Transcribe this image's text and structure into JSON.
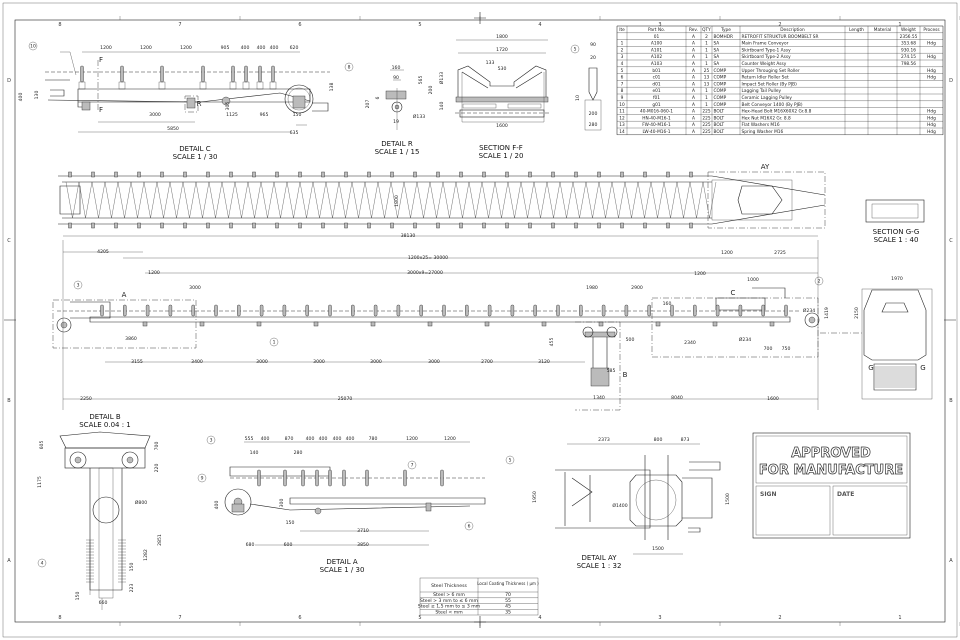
{
  "zones": {
    "columns": [
      "8",
      "7",
      "6",
      "5",
      "4",
      "3",
      "2",
      "1"
    ],
    "rows": [
      "D",
      "C",
      "B",
      "A"
    ]
  },
  "bom": {
    "headers": [
      "Ite",
      "Part No.",
      "Rev.",
      "QTY",
      "Type",
      "Description",
      "Length",
      "Material",
      "Weight",
      "Process"
    ],
    "rows": [
      [
        "",
        "01",
        "A",
        "2",
        "BOMHDR",
        "RETROFIT STRUKTUR BOOMBELT SR",
        "",
        "",
        "2356.55",
        ""
      ],
      [
        "1",
        "A100",
        "A",
        "1",
        "SA",
        "Main Frame Conveyor",
        "",
        "",
        "353.68",
        "Hdg"
      ],
      [
        "2",
        "A101",
        "A",
        "1",
        "SA",
        "Skirtboard Type-1 Assy",
        "",
        "",
        "930.16",
        ""
      ],
      [
        "3",
        "A102",
        "A",
        "1",
        "SA",
        "Skirtboard Type-2 Assy",
        "",
        "",
        "274.15",
        "Hdg"
      ],
      [
        "4",
        "A103",
        "A",
        "1",
        "SA",
        "Counter Weight Assy",
        "",
        "",
        "798.56",
        ""
      ],
      [
        "5",
        "b01",
        "A",
        "25",
        "COMP",
        "Upper Througing Set Roller",
        "",
        "",
        "",
        "Hdg"
      ],
      [
        "6",
        "c01",
        "A",
        "13",
        "COMP",
        "Return Idler Roller Set",
        "",
        "",
        "",
        "Hdg"
      ],
      [
        "7",
        "d01",
        "A",
        "13",
        "COMP",
        "Impact Set Roller (By PJB)",
        "",
        "",
        "",
        ""
      ],
      [
        "8",
        "e01",
        "A",
        "1",
        "COMP",
        "Lagging Tail Pulley",
        "",
        "",
        "",
        ""
      ],
      [
        "9",
        "f01",
        "A",
        "1",
        "COMP",
        "Ceramic Lagging Pulley",
        "",
        "",
        "",
        ""
      ],
      [
        "10",
        "g01",
        "A",
        "1",
        "COMP",
        "Belt Conveyor 1400 (By PJB)",
        "",
        "",
        "",
        ""
      ],
      [
        "11",
        "40-M016-060-1",
        "A",
        "225",
        "BOLT",
        "Hex-Head Bolt M16X60X2 Gr.8.8",
        "",
        "",
        "",
        "Hdg"
      ],
      [
        "12",
        "HN-40-M16-1",
        "A",
        "225",
        "BOLT",
        "Hex Nut M16X2 Gr. 8.8",
        "",
        "",
        "",
        "Hdg"
      ],
      [
        "13",
        "FW-40-M16-1",
        "A",
        "225",
        "BOLT",
        "Flat Washers M16",
        "",
        "",
        "",
        "Hdg"
      ],
      [
        "14",
        "LW-40-M16-1",
        "A",
        "225",
        "BOLT",
        "Spring Washer M16",
        "",
        "",
        "",
        "Hdg"
      ]
    ]
  },
  "views": {
    "detail_c": {
      "title": "DETAIL  C",
      "scale": "SCALE 1 / 30",
      "dims": [
        "1200",
        "1200",
        "1200",
        "905",
        "400",
        "400",
        "400",
        "620",
        "3000",
        "1125",
        "965",
        "150",
        "5850",
        "635",
        "130",
        "400",
        "305",
        "138"
      ],
      "balloons": [
        "10",
        "8"
      ],
      "marks": [
        "F",
        "F",
        "R"
      ]
    },
    "detail_r": {
      "title": "DETAIL  R",
      "scale": "SCALE 1 / 15",
      "dims": [
        "160",
        "90",
        "207",
        "6",
        "19",
        "Ø133"
      ]
    },
    "section_ff": {
      "title": "SECTION F-F",
      "scale": "SCALE 1 / 20",
      "dims": [
        "1800",
        "1720",
        "133",
        "530",
        "Ø133",
        "565",
        "200",
        "140",
        "1600",
        "90",
        "20",
        "10",
        "200",
        "280"
      ],
      "balloons": [
        "5"
      ]
    },
    "top_view": {
      "dims": [
        "1800"
      ],
      "marks": [
        "AY"
      ]
    },
    "section_gg": {
      "title": "SECTION G-G",
      "scale": "SCALE 1 : 40",
      "dims": [
        "1970",
        "2150"
      ],
      "marks": [
        "G",
        "G"
      ]
    },
    "main_view": {
      "dims": [
        "38130",
        "1200x25= 30000",
        "3000x9=27000",
        "4205",
        "1200",
        "3000",
        "3860",
        "3155",
        "3400",
        "3000",
        "3000",
        "3000",
        "3000",
        "2700",
        "3120",
        "2250",
        "25070",
        "1200",
        "2725",
        "1200",
        "1000",
        "1980",
        "2900",
        "160",
        "Ø234",
        "1419",
        "455",
        "500",
        "Ø234",
        "2340",
        "700",
        "750",
        "585",
        "1340",
        "8040",
        "1600"
      ],
      "balloons": [
        "3",
        "1",
        "2"
      ],
      "marks": [
        "A",
        "C",
        "B"
      ]
    },
    "detail_b": {
      "title": "DETAIL  B",
      "scale": "SCALE 0.04 : 1",
      "dims": [
        "605",
        "700",
        "220",
        "1175",
        "Ø800",
        "2851",
        "1282",
        "150",
        "223",
        "150",
        "660"
      ],
      "balloons": [
        "4"
      ]
    },
    "detail_a": {
      "title": "DETAIL  A",
      "scale": "SCALE 1 / 30",
      "dims": [
        "555",
        "400",
        "870",
        "400",
        "400",
        "400",
        "400",
        "780",
        "1200",
        "1200",
        "140",
        "280",
        "400",
        "300",
        "150",
        "3710",
        "680",
        "600",
        "3850"
      ],
      "balloons": [
        "3",
        "9",
        "7",
        "5",
        "6"
      ]
    },
    "detail_ay": {
      "title": "DETAIL  AY",
      "scale": "SCALE 1 : 32",
      "dims": [
        "2373",
        "800",
        "873",
        "1950",
        "1500",
        "Ø1400",
        "1500"
      ]
    }
  },
  "coating_table": {
    "headers": [
      "Steel Thickness",
      "Local Coating Thickness ( µm )"
    ],
    "rows": [
      [
        "Steel > 6 mm",
        "70"
      ],
      [
        "Steel > 3 mm to ≤ 6 mm",
        "55"
      ],
      [
        "Steel ≥ 1,5 mm to ≤ 3 mm",
        "45"
      ],
      [
        "Steel < mm",
        "35"
      ]
    ]
  },
  "approval": {
    "line1": "APPROVED",
    "line2": "FOR MANUFACTURE",
    "sign_label": "SIGN",
    "date_label": "DATE"
  }
}
